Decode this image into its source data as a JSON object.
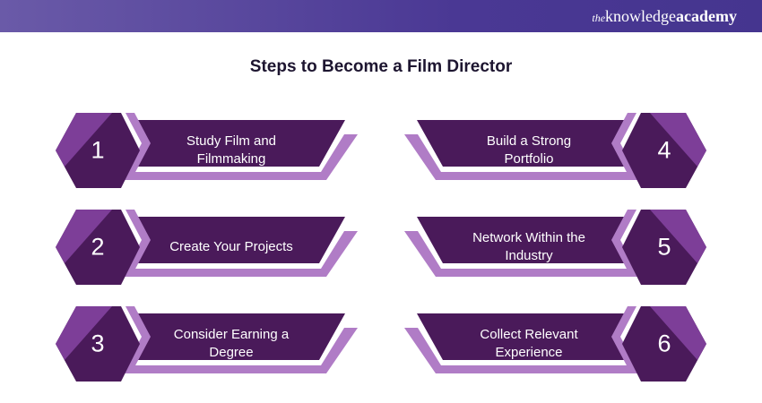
{
  "header": {
    "logo_prefix": "the",
    "logo_main": "knowledge",
    "logo_suffix": "academy"
  },
  "title": "Steps to Become a Film Director",
  "steps": [
    {
      "number": "1",
      "label": "Study Film and Filmmaking"
    },
    {
      "number": "2",
      "label": "Create Your Projects"
    },
    {
      "number": "3",
      "label": "Consider Earning a Degree"
    },
    {
      "number": "4",
      "label": "Build a Strong Portfolio"
    },
    {
      "number": "5",
      "label": "Network Within the Industry"
    },
    {
      "number": "6",
      "label": "Collect Relevant Experience"
    }
  ],
  "colors": {
    "dark": "#4a1a5a",
    "light": "#7d3e98",
    "shadow": "#b07cc6",
    "header": "#4a3894"
  }
}
